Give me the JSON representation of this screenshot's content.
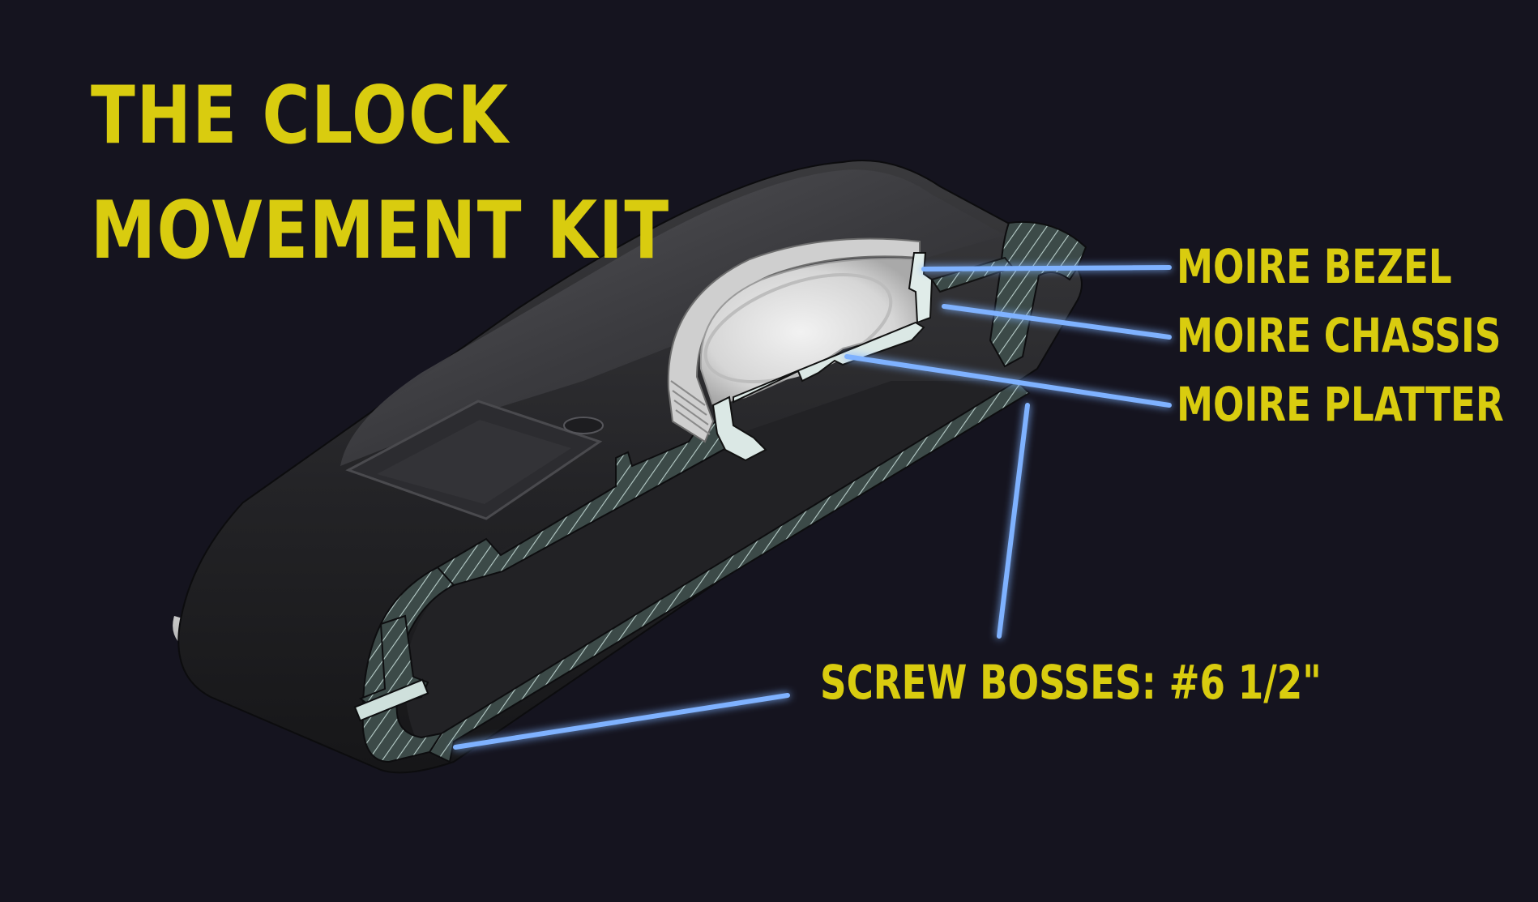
{
  "title": {
    "line1": "THE CLOCK",
    "line2": "MOVEMENT KIT"
  },
  "callouts": [
    {
      "id": "bezel",
      "label": "MOIRE BEZEL"
    },
    {
      "id": "chassis",
      "label": "MOIRE CHASSIS"
    },
    {
      "id": "platter",
      "label": "MOIRE PLATTER"
    },
    {
      "id": "screw",
      "label": "SCREW BOSSES: #6 1/2\""
    }
  ],
  "colors": {
    "background": "#15141f",
    "label_yellow": "#d9cc0f",
    "leader_blue": "#7fb2ff",
    "housing_dark": "#2b2b2e",
    "section_fill": "#c9dad6",
    "bezel_white": "#e6e6e6"
  }
}
